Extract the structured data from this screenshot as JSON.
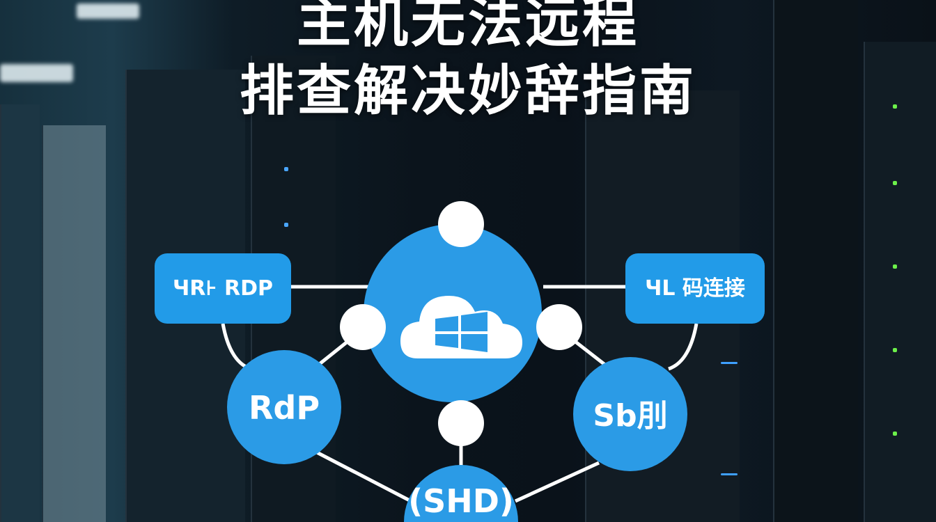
{
  "title": {
    "line1": "主机无法远程",
    "line2": "排查解决妙辞指南"
  },
  "diagram": {
    "left_pill": "ЧR⊦ RDP",
    "right_pill": "ЧL 码连接",
    "left_node": "RdP",
    "right_node": "Sb刖",
    "bottom_node": "(SHD)",
    "center_icon": "cloud-windows-icon"
  },
  "colors": {
    "node_blue": "#2b9be6",
    "pill_blue": "#229be8",
    "line": "#ffffff"
  }
}
